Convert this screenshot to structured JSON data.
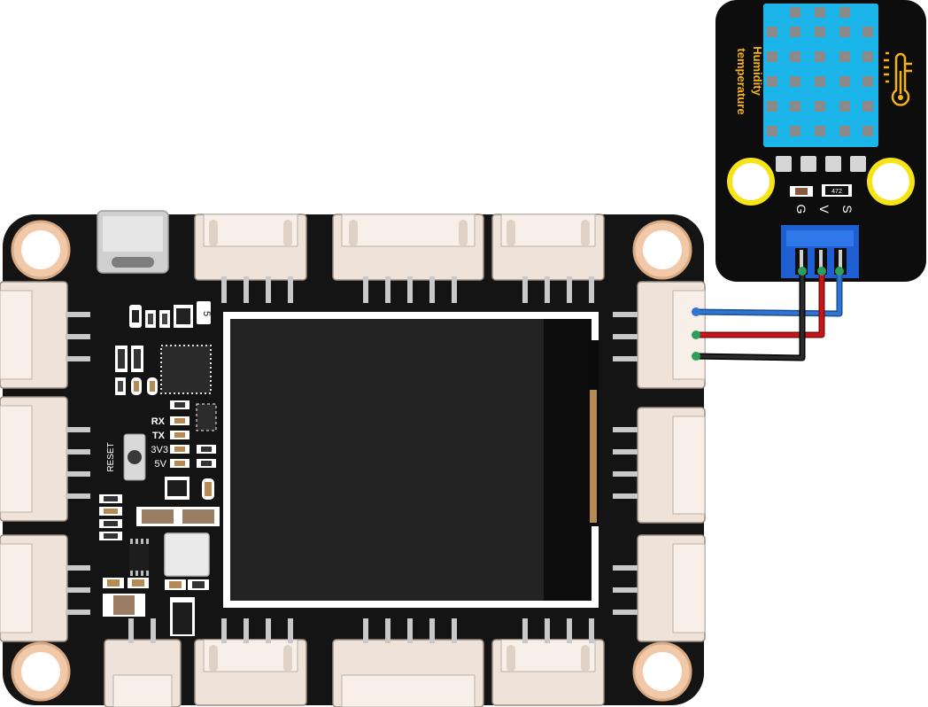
{
  "board": {
    "indicator_labels": [
      "RX",
      "TX",
      "3V3",
      "5V"
    ],
    "reset_label": "RESET",
    "chip_marking": "5",
    "colors": {
      "pcb": "#141414",
      "screen": "#232323",
      "connector": "#efe2d8",
      "copper": "#f2c9a8"
    }
  },
  "sensor": {
    "title_line1": "Humidity",
    "title_line2": "temperature",
    "pin_labels": [
      "G",
      "V",
      "S"
    ],
    "resistor_marking": "472",
    "colors": {
      "sensor_body": "#1bb5ea",
      "title": "#f5b316",
      "pin_header": "#1f5fd1",
      "mount_ring": "#f7e417"
    }
  },
  "wires": [
    {
      "name": "signal",
      "color": "#2f74d0"
    },
    {
      "name": "power",
      "color": "#c7161b"
    },
    {
      "name": "ground",
      "color": "#1a1a1a"
    }
  ]
}
